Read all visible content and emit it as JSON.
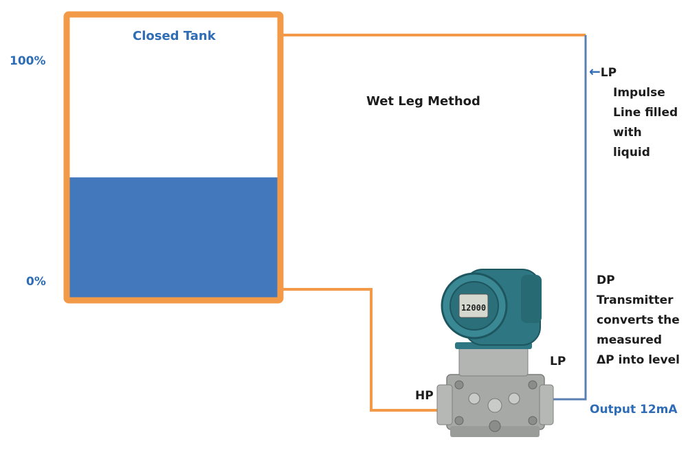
{
  "tank": {
    "title": "Closed Tank",
    "fill_level_fraction": 0.43
  },
  "scale": {
    "top": "100%",
    "bottom": "0%"
  },
  "method_title": "Wet Leg Method",
  "lp_note": {
    "arrow_glyph": "←",
    "lines": [
      "LP",
      "Impulse",
      "Line filled",
      "with",
      "liquid"
    ]
  },
  "transmitter_note": {
    "lines": [
      "DP",
      "Transmitter",
      "converts the",
      "measured",
      "ΔP into level"
    ]
  },
  "ports": {
    "hp": "HP",
    "lp": "LP"
  },
  "display_reading": "12000",
  "output": "Output 12mA",
  "colors": {
    "tank_outline": "#f29a48",
    "liquid": "#4478bd",
    "lp_line": "#5a7fb0",
    "hp_line": "#f29a48",
    "transmitter_head": "#2d7682",
    "transmitter_body": "#a7a9a7"
  }
}
